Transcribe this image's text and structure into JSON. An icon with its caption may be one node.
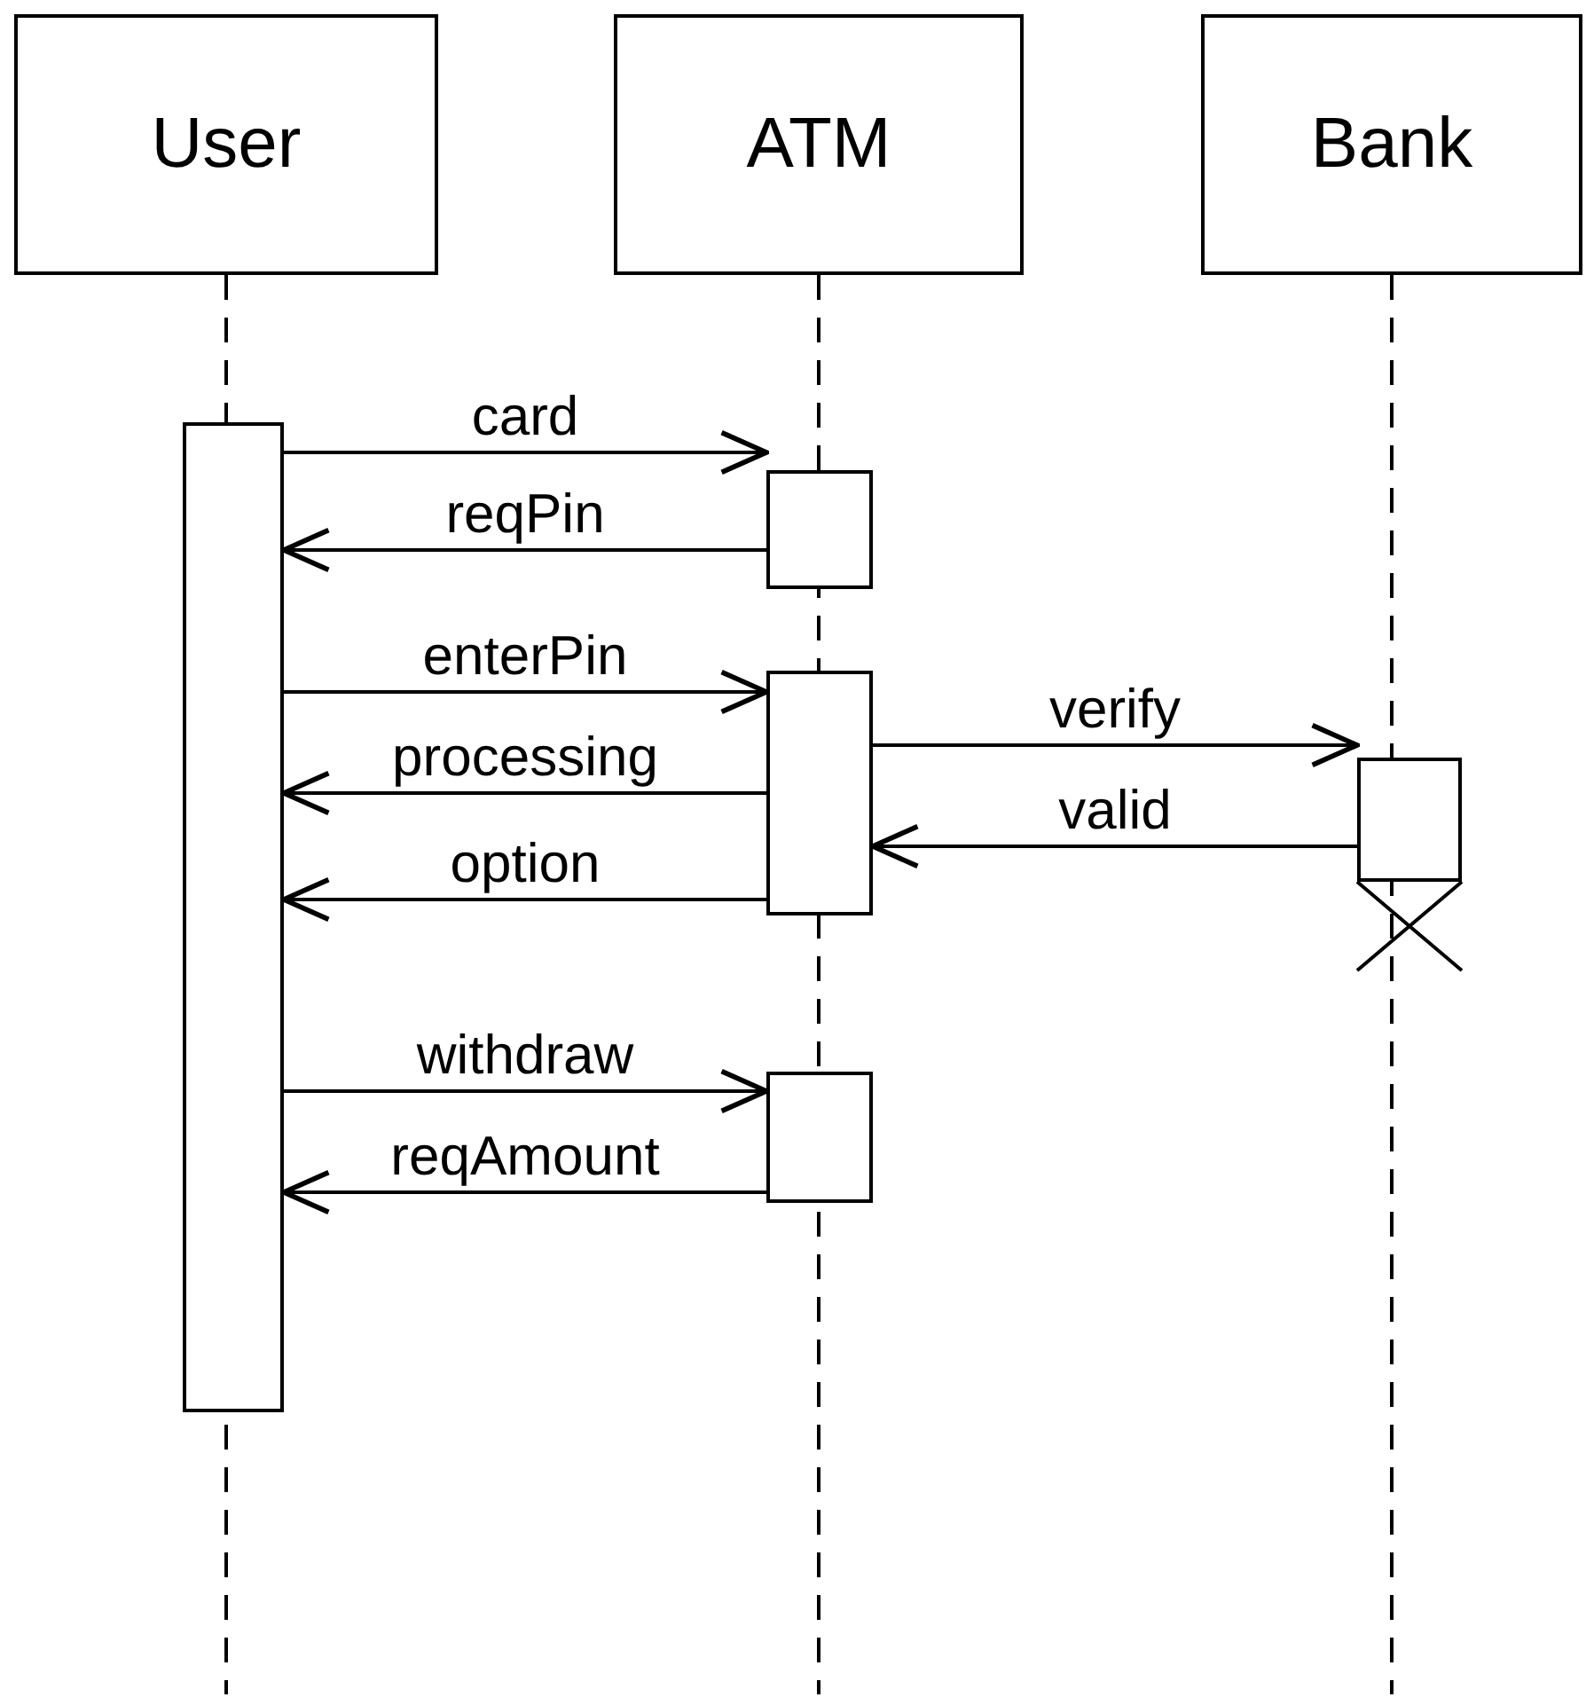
{
  "diagram": {
    "nodes": [
      {
        "text": [
          "User"
        ]
      },
      {
        "text": [
          "ATM"
        ]
      },
      {
        "text": [
          "Bank"
        ]
      },
      {
        "text": [],
        "shape": "box"
      },
      {
        "text": [],
        "shape": "box"
      },
      {
        "text": [],
        "shape": "box"
      },
      {
        "text": [],
        "shape": "box"
      },
      {
        "text": [],
        "shape": "box"
      }
    ],
    "edges": [
      {
        "from": 3,
        "to": 4,
        "arrow": "to",
        "label": "card"
      },
      {
        "from": 4,
        "to": 3,
        "arrow": "to",
        "label": "reqPin"
      },
      {
        "from": 3,
        "to": 5,
        "arrow": "to",
        "label": "enterPin"
      },
      {
        "from": 5,
        "to": 3,
        "arrow": "to",
        "label": "processing"
      },
      {
        "from": 5,
        "to": 6,
        "arrow": "to",
        "label": "verify"
      },
      {
        "from": 6,
        "to": 5,
        "arrow": "to",
        "label": "valid"
      },
      {
        "from": 5,
        "to": 3,
        "arrow": "to",
        "label": "option"
      },
      {
        "from": 3,
        "to": 7,
        "arrow": "to",
        "label": "withdraw"
      },
      {
        "from": 7,
        "to": 3,
        "arrow": "to",
        "label": "reqAmount"
      }
    ]
  }
}
